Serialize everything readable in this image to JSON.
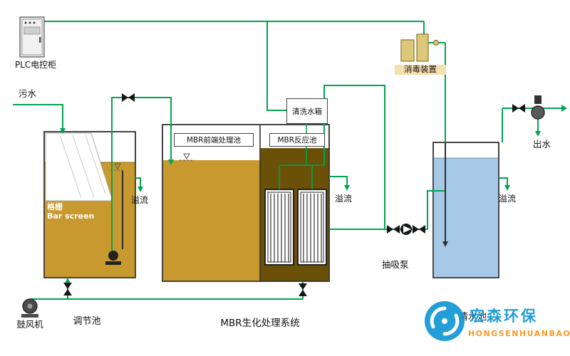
{
  "labels": {
    "plc": "PLC电控柜",
    "influent": "污水",
    "bar_screen_cn": "格栅",
    "bar_screen_en": "Bar screen",
    "overflow": [
      "溢流",
      "溢流",
      "溢流"
    ],
    "mbr_front_tank": "MBR前端处理池",
    "mbr_reaction_tank": "MBR反应池",
    "wash_tank": "清洗水箱",
    "disinfection": "消毒装置",
    "suction_pump": "抽吸泵",
    "effluent": "出水",
    "blower": "鼓风机",
    "regulating_tank": "调节池",
    "mbr_system": "MBR生化处理系统",
    "clean_water_tank": "清水池"
  },
  "logo": {
    "cn": "宏森环保",
    "en": "HONGSENHUANBAO"
  },
  "colors": {
    "pipe_green": "#00a551",
    "tank_sludge": "#c8992e",
    "reactor_dark": "#6b5108",
    "clean_water": "#a6c9e8",
    "disinfect_box": "#dcc878",
    "logo_blue": "#1899d4",
    "logo_orange": "#f7941d"
  }
}
